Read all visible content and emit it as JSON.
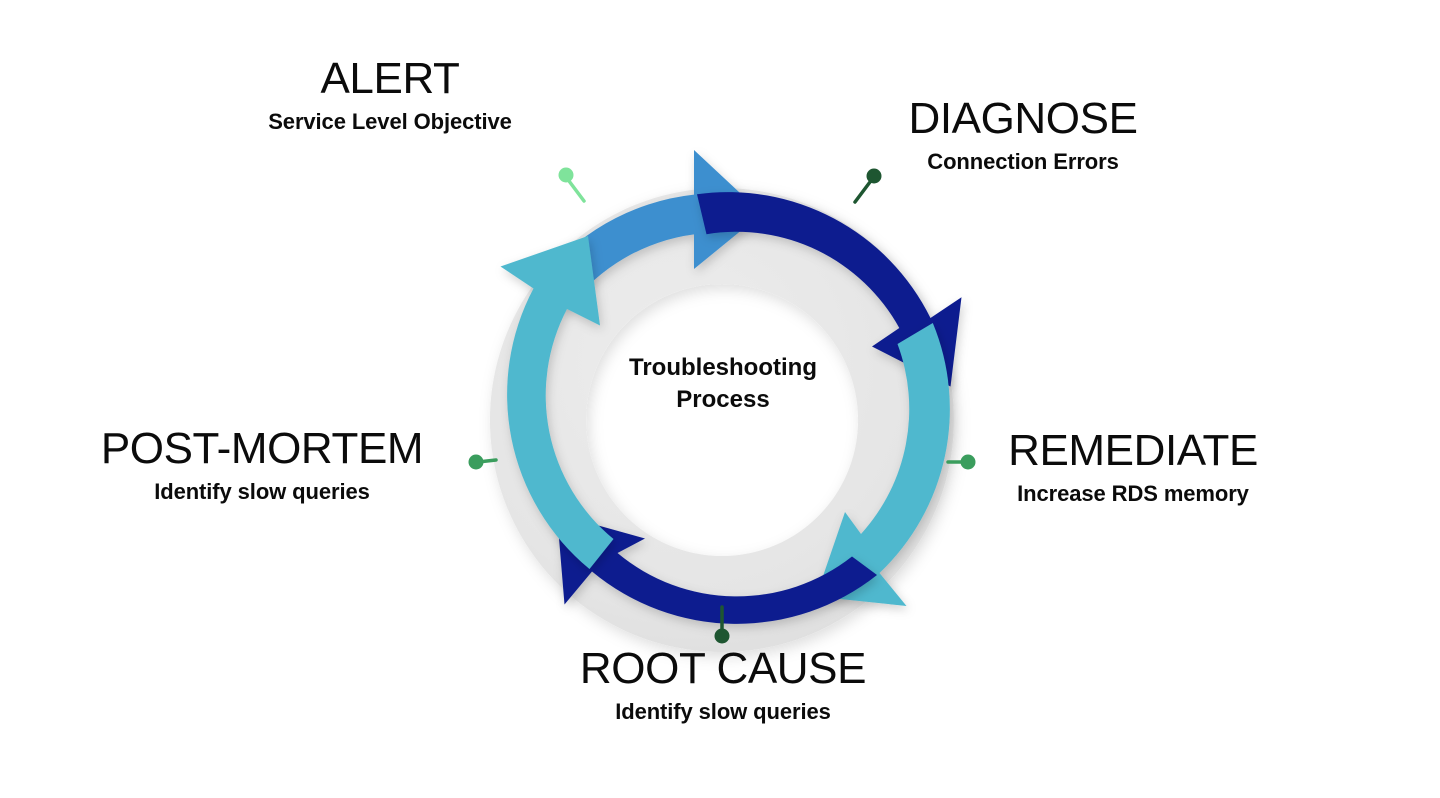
{
  "diagram": {
    "type": "cycle",
    "center": {
      "line1": "Troubleshooting",
      "line2": "Process"
    },
    "colors": {
      "ring_gray": "#e4e4e4",
      "background": "#ffffff",
      "text": "#0b0b0b",
      "arrow_blue": "#3C8FCF",
      "arrow_navy": "#0A1D8F",
      "arrow_teal": "#4FB8CE",
      "connector_light_green": "#7FE39B",
      "connector_dark_green": "#1E5631",
      "connector_mid_green": "#3A9D5D"
    },
    "nodes": [
      {
        "id": "alert",
        "title": "ALERT",
        "subtitle": "Service Level Objective",
        "arrow_color": "#3C8FCF",
        "connector_color": "#7FE39B",
        "position": "top-left"
      },
      {
        "id": "diagnose",
        "title": "DIAGNOSE",
        "subtitle": "Connection Errors",
        "arrow_color": "#0A1D8F",
        "connector_color": "#1E5631",
        "position": "top-right"
      },
      {
        "id": "remediate",
        "title": "REMEDIATE",
        "subtitle": "Increase RDS memory",
        "arrow_color": "#4FB8CE",
        "connector_color": "#3A9D5D",
        "position": "right"
      },
      {
        "id": "root-cause",
        "title": "ROOT CAUSE",
        "subtitle": "Identify slow queries",
        "arrow_color": "#0A1D8F",
        "connector_color": "#1E5631",
        "position": "bottom"
      },
      {
        "id": "post-mortem",
        "title": "POST-MORTEM",
        "subtitle": "Identify slow queries",
        "arrow_color": "#4FB8CE",
        "connector_color": "#3A9D5D",
        "position": "left"
      }
    ]
  }
}
